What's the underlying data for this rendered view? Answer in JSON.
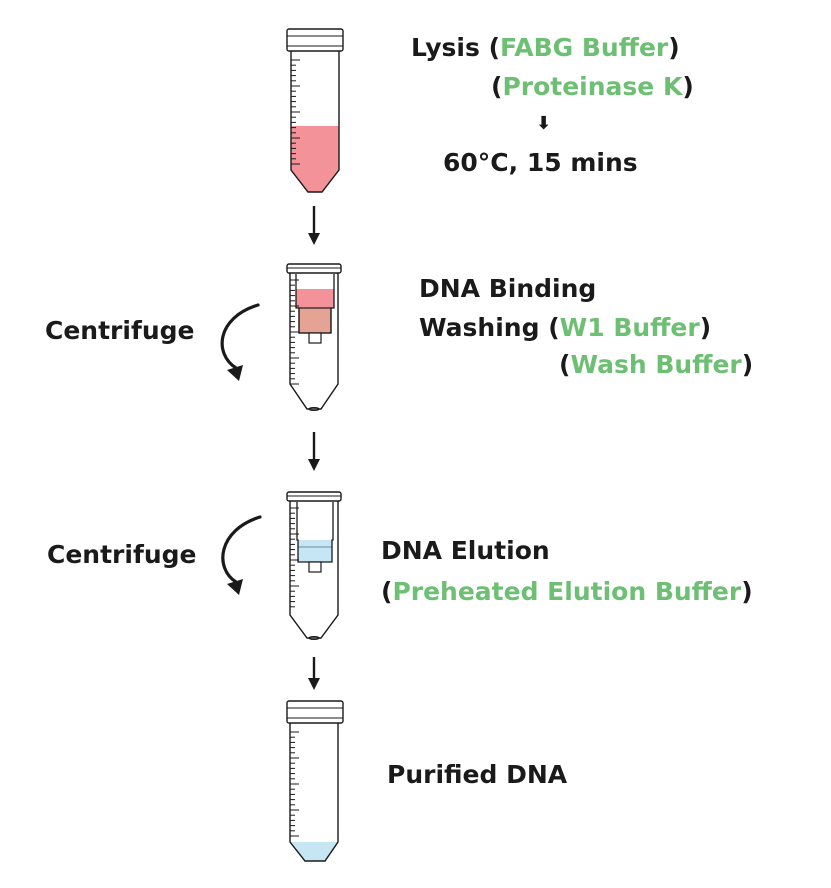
{
  "colors": {
    "text": "#1a1a1a",
    "reagent": "#6dbf73",
    "lysate": "#f4929a",
    "column": "#e5a396",
    "elution": "#c7e6f3",
    "outline": "#1a1a1a"
  },
  "step1": {
    "lysis_word": "Lysis",
    "open": "(",
    "close": ")",
    "buffer1": "FABG Buffer",
    "buffer2": "Proteinase K",
    "arrow": "⬇",
    "condition": "60°C, 15 mins"
  },
  "step2": {
    "action": "Centrifuge",
    "line1": "DNA Binding",
    "washing_word": "Washing",
    "open": "(",
    "close": ")",
    "buffer1": "W1 Buffer",
    "buffer2": "Wash Buffer"
  },
  "step3": {
    "action": "Centrifuge",
    "line1": "DNA Elution",
    "open": "(",
    "close": ")",
    "buffer": "Preheated Elution Buffer"
  },
  "step4": {
    "label": "Purified DNA"
  },
  "icons": [
    "down-arrow-icon",
    "curved-arrow-icon",
    "tube-icon",
    "spin-column-icon"
  ]
}
